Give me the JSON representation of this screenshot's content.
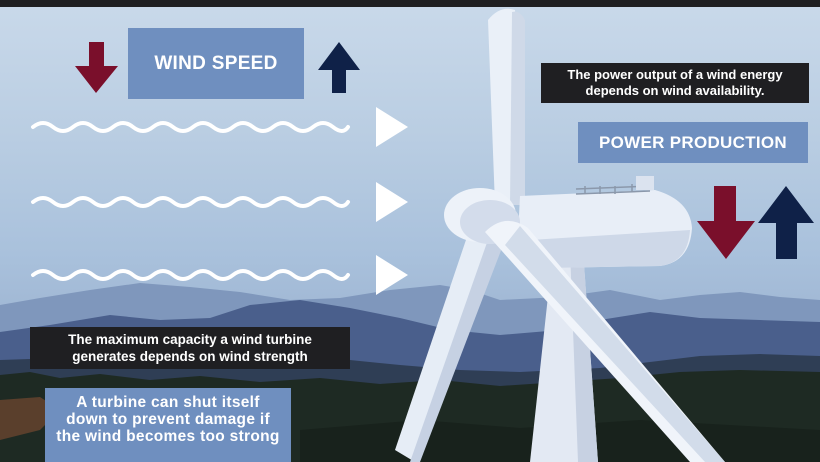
{
  "wind_speed_label": "WIND SPEED",
  "power_production_label": "POWER PRODUCTION",
  "power_note": "The power output of a wind energy depends on wind availability.",
  "capacity_note": "The maximum capacity a wind turbine generates depends on wind strength",
  "shutdown_note": "A turbine can shut itself down to prevent damage if the wind becomes too strong",
  "colors": {
    "down_arrow": "#7a0f2b",
    "up_arrow": "#0f2148",
    "label_box": "#6f8fbf",
    "note_box": "#1f1f22"
  },
  "icons": [
    "down-arrow-icon",
    "up-arrow-icon",
    "wind-arrow-icon",
    "wind-turbine-illustration"
  ]
}
